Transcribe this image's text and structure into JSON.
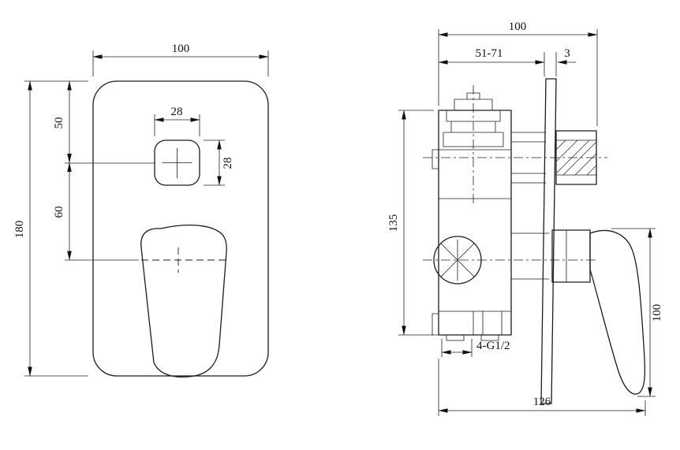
{
  "front_view": {
    "plate_width": "100",
    "top_to_button": "50",
    "button_width": "28",
    "button_height": "28",
    "button_to_handle": "60",
    "plate_height": "180"
  },
  "side_view": {
    "overall_depth": "100",
    "install_depth_range": "51-71",
    "plate_thickness": "3",
    "body_height": "135",
    "connection_thread": "4-G1/2",
    "handle_height": "100",
    "overall_length": "126"
  }
}
